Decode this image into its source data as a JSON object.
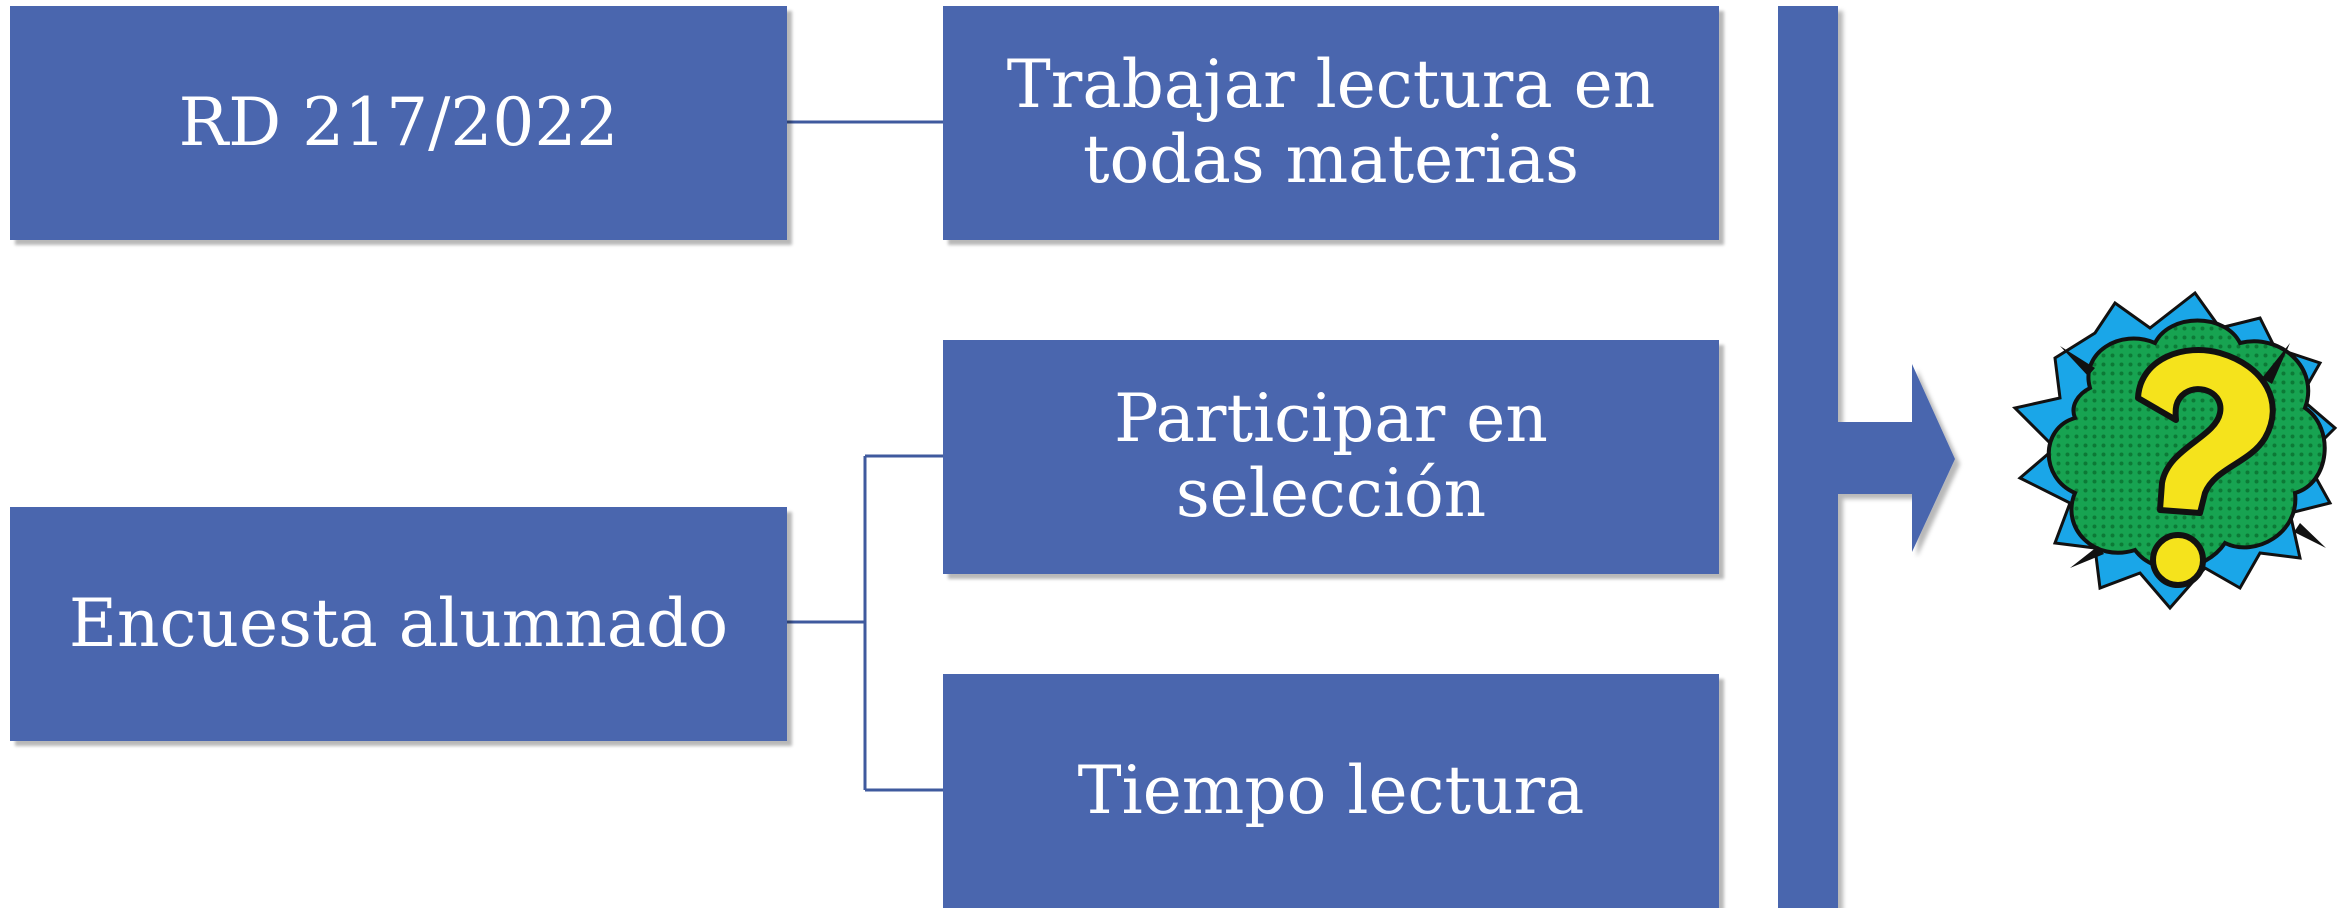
{
  "diagram": {
    "left_nodes": [
      {
        "id": "rd",
        "label": "RD 217/2022"
      },
      {
        "id": "encuesta",
        "label": "Encuesta alumnado"
      }
    ],
    "right_nodes": [
      {
        "id": "trabajar",
        "label_line1": "Trabajar lectura en",
        "label_line2": "todas materias"
      },
      {
        "id": "participar",
        "label_line1": "Participar en",
        "label_line2": "selección"
      },
      {
        "id": "tiempo",
        "label": "Tiempo lectura"
      }
    ],
    "edges": [
      {
        "from": "rd",
        "to": "trabajar"
      },
      {
        "from": "encuesta",
        "to": "participar"
      },
      {
        "from": "encuesta",
        "to": "tiempo"
      }
    ],
    "result_icon": "question-mark-icon"
  },
  "colors": {
    "box_fill": "#4a66ae",
    "connector": "#3f5a9e",
    "text": "#ffffff",
    "icon_burst": "#1aa6e8",
    "icon_bubble": "#17a351",
    "icon_question": "#f5e31c"
  }
}
